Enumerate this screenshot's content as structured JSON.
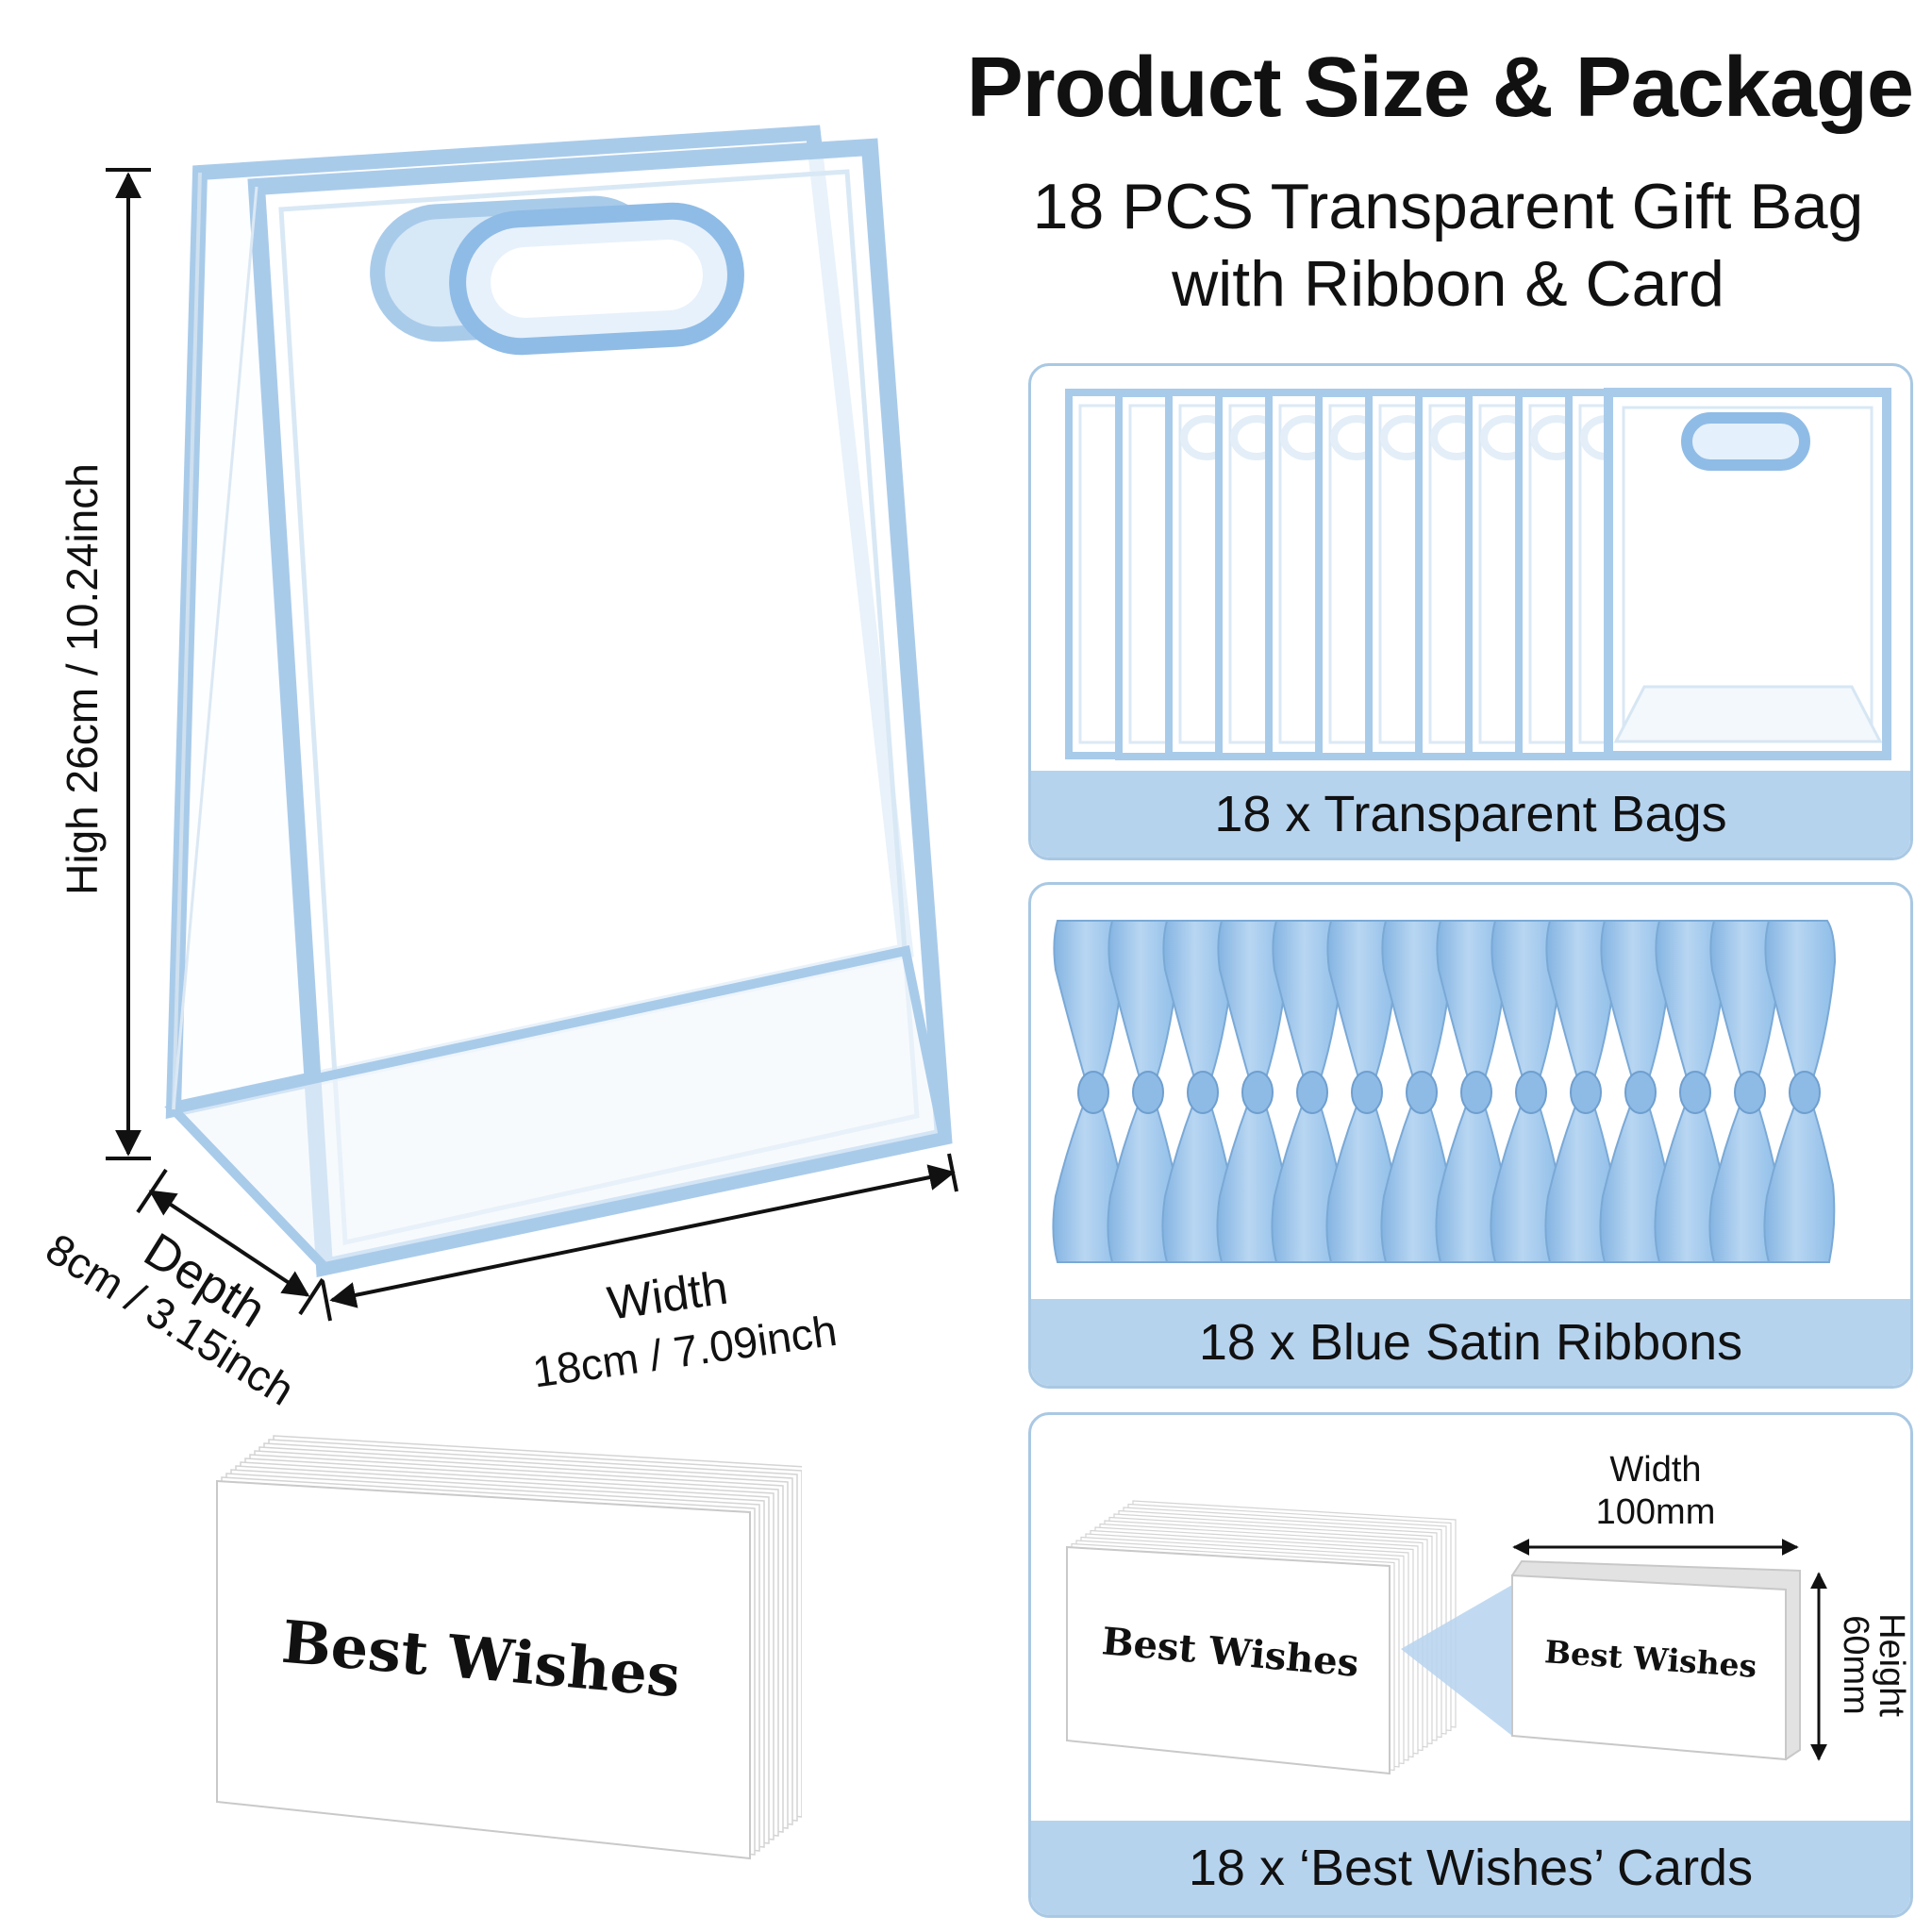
{
  "title": "Product Size & Package",
  "subtitle_line1": "18 PCS Transparent Gift Bag",
  "subtitle_line2": "with Ribbon & Card",
  "dimensions": {
    "height": "High 26cm / 10.24inch",
    "width_label": "Width",
    "width_value": "18cm / 7.09inch",
    "depth_label": "Depth",
    "depth_value": "8cm / 3.15inch"
  },
  "card_text": "Best Wishes",
  "package": {
    "bags": "18 x Transparent Bags",
    "ribbons": "18 x Blue Satin Ribbons",
    "cards": "18 x ‘Best Wishes’ Cards"
  },
  "card_size": {
    "width_label": "Width",
    "width_value": "100mm",
    "height_label": "Height",
    "height_value": "60mm"
  },
  "colors": {
    "accent_blue": "#a9cbea",
    "label_band": "#b6d3ee",
    "ribbon_blue": "#9fc6ea"
  }
}
